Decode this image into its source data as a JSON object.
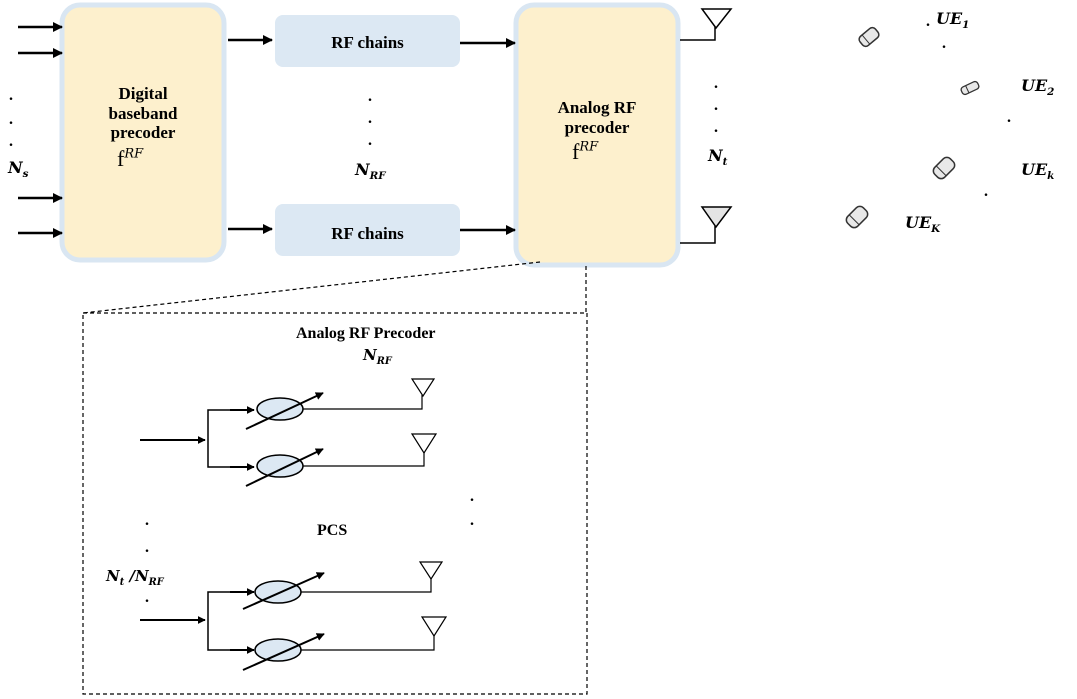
{
  "digital_precoder": {
    "line1": "Digital",
    "line2": "baseband",
    "line3": "precoder",
    "symbol": "f",
    "symbol_sup": "RF"
  },
  "rf_chains": {
    "top": "RF chains",
    "bottom": "RF chains"
  },
  "analog_precoder": {
    "line1": "Analog RF",
    "line2": "precoder",
    "symbol": "f",
    "symbol_sup": "RF"
  },
  "labels": {
    "ns": "N",
    "ns_sub": "s",
    "nrf": "N",
    "nrf_sub": "RF",
    "nt": "N",
    "nt_sub": "t"
  },
  "users": [
    {
      "name": "UE",
      "sub": "1"
    },
    {
      "name": "UE",
      "sub": "2"
    },
    {
      "name": "UE",
      "sub": "k"
    },
    {
      "name": "UE",
      "sub": "K"
    }
  ],
  "detail": {
    "title": "Analog RF Precoder",
    "nrf": "N",
    "nrf_sub": "RF",
    "pcs": "PCS",
    "ratio_n1": "N",
    "ratio_sub1": "t",
    "ratio_sep": " /",
    "ratio_n2": "N",
    "ratio_sub2": "RF"
  },
  "colors": {
    "box_fill": "#fdf0cd",
    "box_border": "#d9e6f2",
    "rf_fill": "#dce8f3",
    "phase_shifter": "#dce8f3"
  },
  "icons": [
    "phone-icon",
    "antenna-icon",
    "phase-shifter-icon",
    "arrow-icon"
  ]
}
